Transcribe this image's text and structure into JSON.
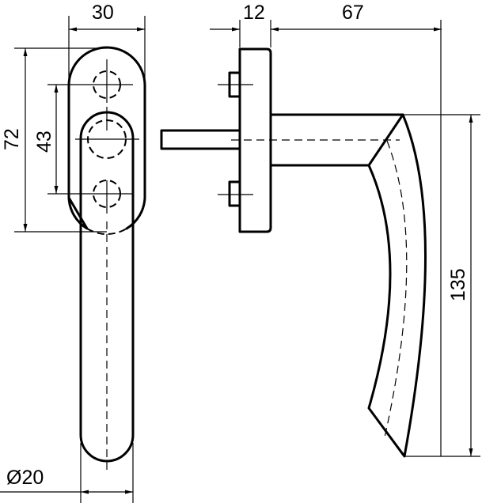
{
  "drawing": {
    "subject": "Window handle technical drawing",
    "views": [
      "front-view",
      "side-view"
    ],
    "dimensions": {
      "rosette_width": "30",
      "rosette_height": "72",
      "screw_spacing": "43",
      "rosette_depth": "12",
      "lever_projection": "67",
      "lever_length": "135",
      "grip_diameter": "Ø20"
    },
    "colors": {
      "line": "#000000",
      "background": "#ffffff"
    }
  }
}
